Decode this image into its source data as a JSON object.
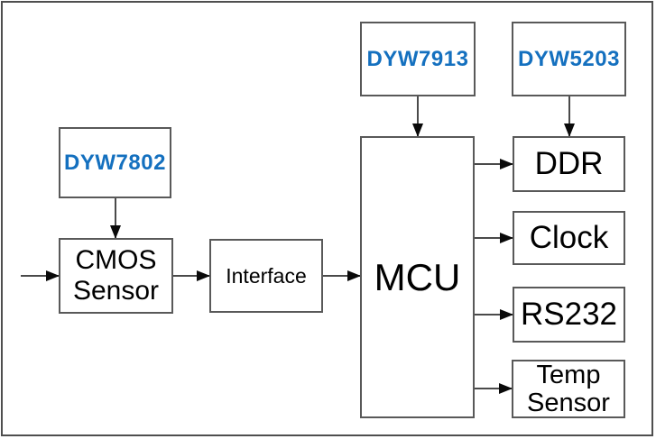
{
  "diagram": {
    "type": "block-diagram",
    "blocks": {
      "dyw7802": {
        "label": "DYW7802"
      },
      "dyw7913": {
        "label": "DYW7913"
      },
      "dyw5203": {
        "label": "DYW5203"
      },
      "cmos_sensor": {
        "label": "CMOS Sensor",
        "line1": "CMOS",
        "line2": "Sensor"
      },
      "interface": {
        "label": "Interface"
      },
      "mcu": {
        "label": "MCU"
      },
      "ddr": {
        "label": "DDR"
      },
      "clock": {
        "label": "Clock"
      },
      "rs232": {
        "label": "RS232"
      },
      "temp_sensor": {
        "label": "Temp Sensor",
        "line1": "Temp",
        "line2": "Sensor"
      }
    },
    "connections": [
      {
        "from": "external-input",
        "to": "cmos_sensor"
      },
      {
        "from": "dyw7802",
        "to": "cmos_sensor"
      },
      {
        "from": "cmos_sensor",
        "to": "interface"
      },
      {
        "from": "interface",
        "to": "mcu"
      },
      {
        "from": "dyw7913",
        "to": "mcu"
      },
      {
        "from": "dyw5203",
        "to": "ddr"
      },
      {
        "from": "mcu",
        "to": "ddr"
      },
      {
        "from": "mcu",
        "to": "clock"
      },
      {
        "from": "mcu",
        "to": "rs232"
      },
      {
        "from": "mcu",
        "to": "temp_sensor"
      }
    ],
    "colors": {
      "chip_label_blue": "#1470bf",
      "block_label_black": "#000000",
      "box_border_gray": "#595959",
      "frame_border_gray": "#4e4e4e",
      "arrow_line_gray": "#4a4a4a",
      "arrowhead_black": "#0a0a0a",
      "background_white": "#ffffff"
    }
  }
}
